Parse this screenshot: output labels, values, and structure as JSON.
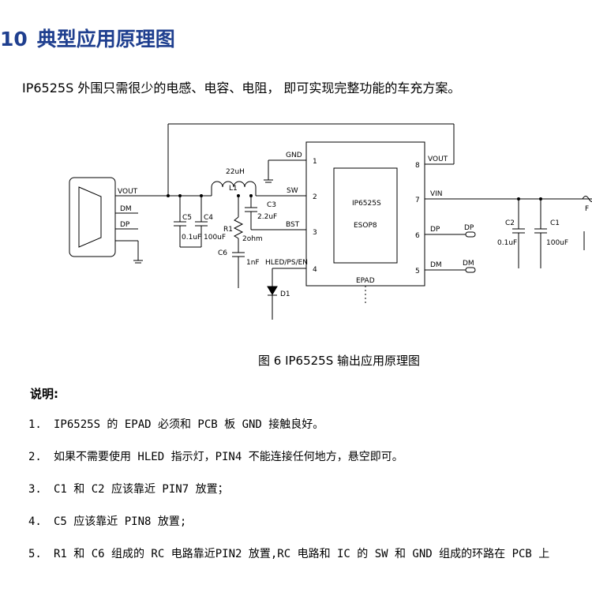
{
  "section": {
    "number": "10",
    "title": "典型应用原理图"
  },
  "intro": "IP6525S 外围只需很少的电感、电容、电阻， 即可实现完整功能的车充方案。",
  "schematic": {
    "chip_name": "IP6525S",
    "chip_package": "ESOP8",
    "epad_label": "EPAD",
    "pins": [
      {
        "num": "1",
        "name": "GND"
      },
      {
        "num": "2",
        "name": "SW"
      },
      {
        "num": "3",
        "name": "BST"
      },
      {
        "num": "4",
        "name": "HLED/PS/EN"
      },
      {
        "num": "8",
        "name": "VOUT"
      },
      {
        "num": "7",
        "name": "VIN"
      },
      {
        "num": "6",
        "name": "DP"
      },
      {
        "num": "5",
        "name": "DM"
      }
    ],
    "connector_labels": [
      "VOUT",
      "DM",
      "DP"
    ],
    "inductor": {
      "value": "22uH",
      "ref": "L1"
    },
    "c5": {
      "ref": "C5",
      "value": "0.1uF"
    },
    "c4": {
      "ref": "C4",
      "value": "100uF"
    },
    "c3": {
      "ref": "C3",
      "value": "2.2uF"
    },
    "r1": {
      "ref": "R1",
      "value": "2ohm"
    },
    "c6": {
      "ref": "C6",
      "value": "1nF"
    },
    "d1": {
      "ref": "D1"
    },
    "c2": {
      "ref": "C2",
      "value": "0.1uF"
    },
    "c1": {
      "ref": "C1",
      "value": "100uF"
    },
    "fuse_ref": "F",
    "dp_out": "DP",
    "dm_out": "DM"
  },
  "caption": "图 6   IP6525S 输出应用原理图",
  "notes_title": "说明:",
  "notes": [
    {
      "num": "1.",
      "text": "IP6525S 的 EPAD 必须和 PCB 板 GND 接触良好。"
    },
    {
      "num": "2.",
      "text": "如果不需要使用 HLED 指示灯，PIN4 不能连接任何地方，悬空即可。"
    },
    {
      "num": "3.",
      "text": "C1 和 C2 应该靠近 PIN7 放置；"
    },
    {
      "num": "4.",
      "text": "C5 应该靠近 PIN8 放置;"
    },
    {
      "num": "5.",
      "text": "R1 和 C6 组成的 RC 电路靠近PIN2 放置,RC 电路和 IC 的 SW 和 GND 组成的环路在 PCB 上"
    }
  ]
}
